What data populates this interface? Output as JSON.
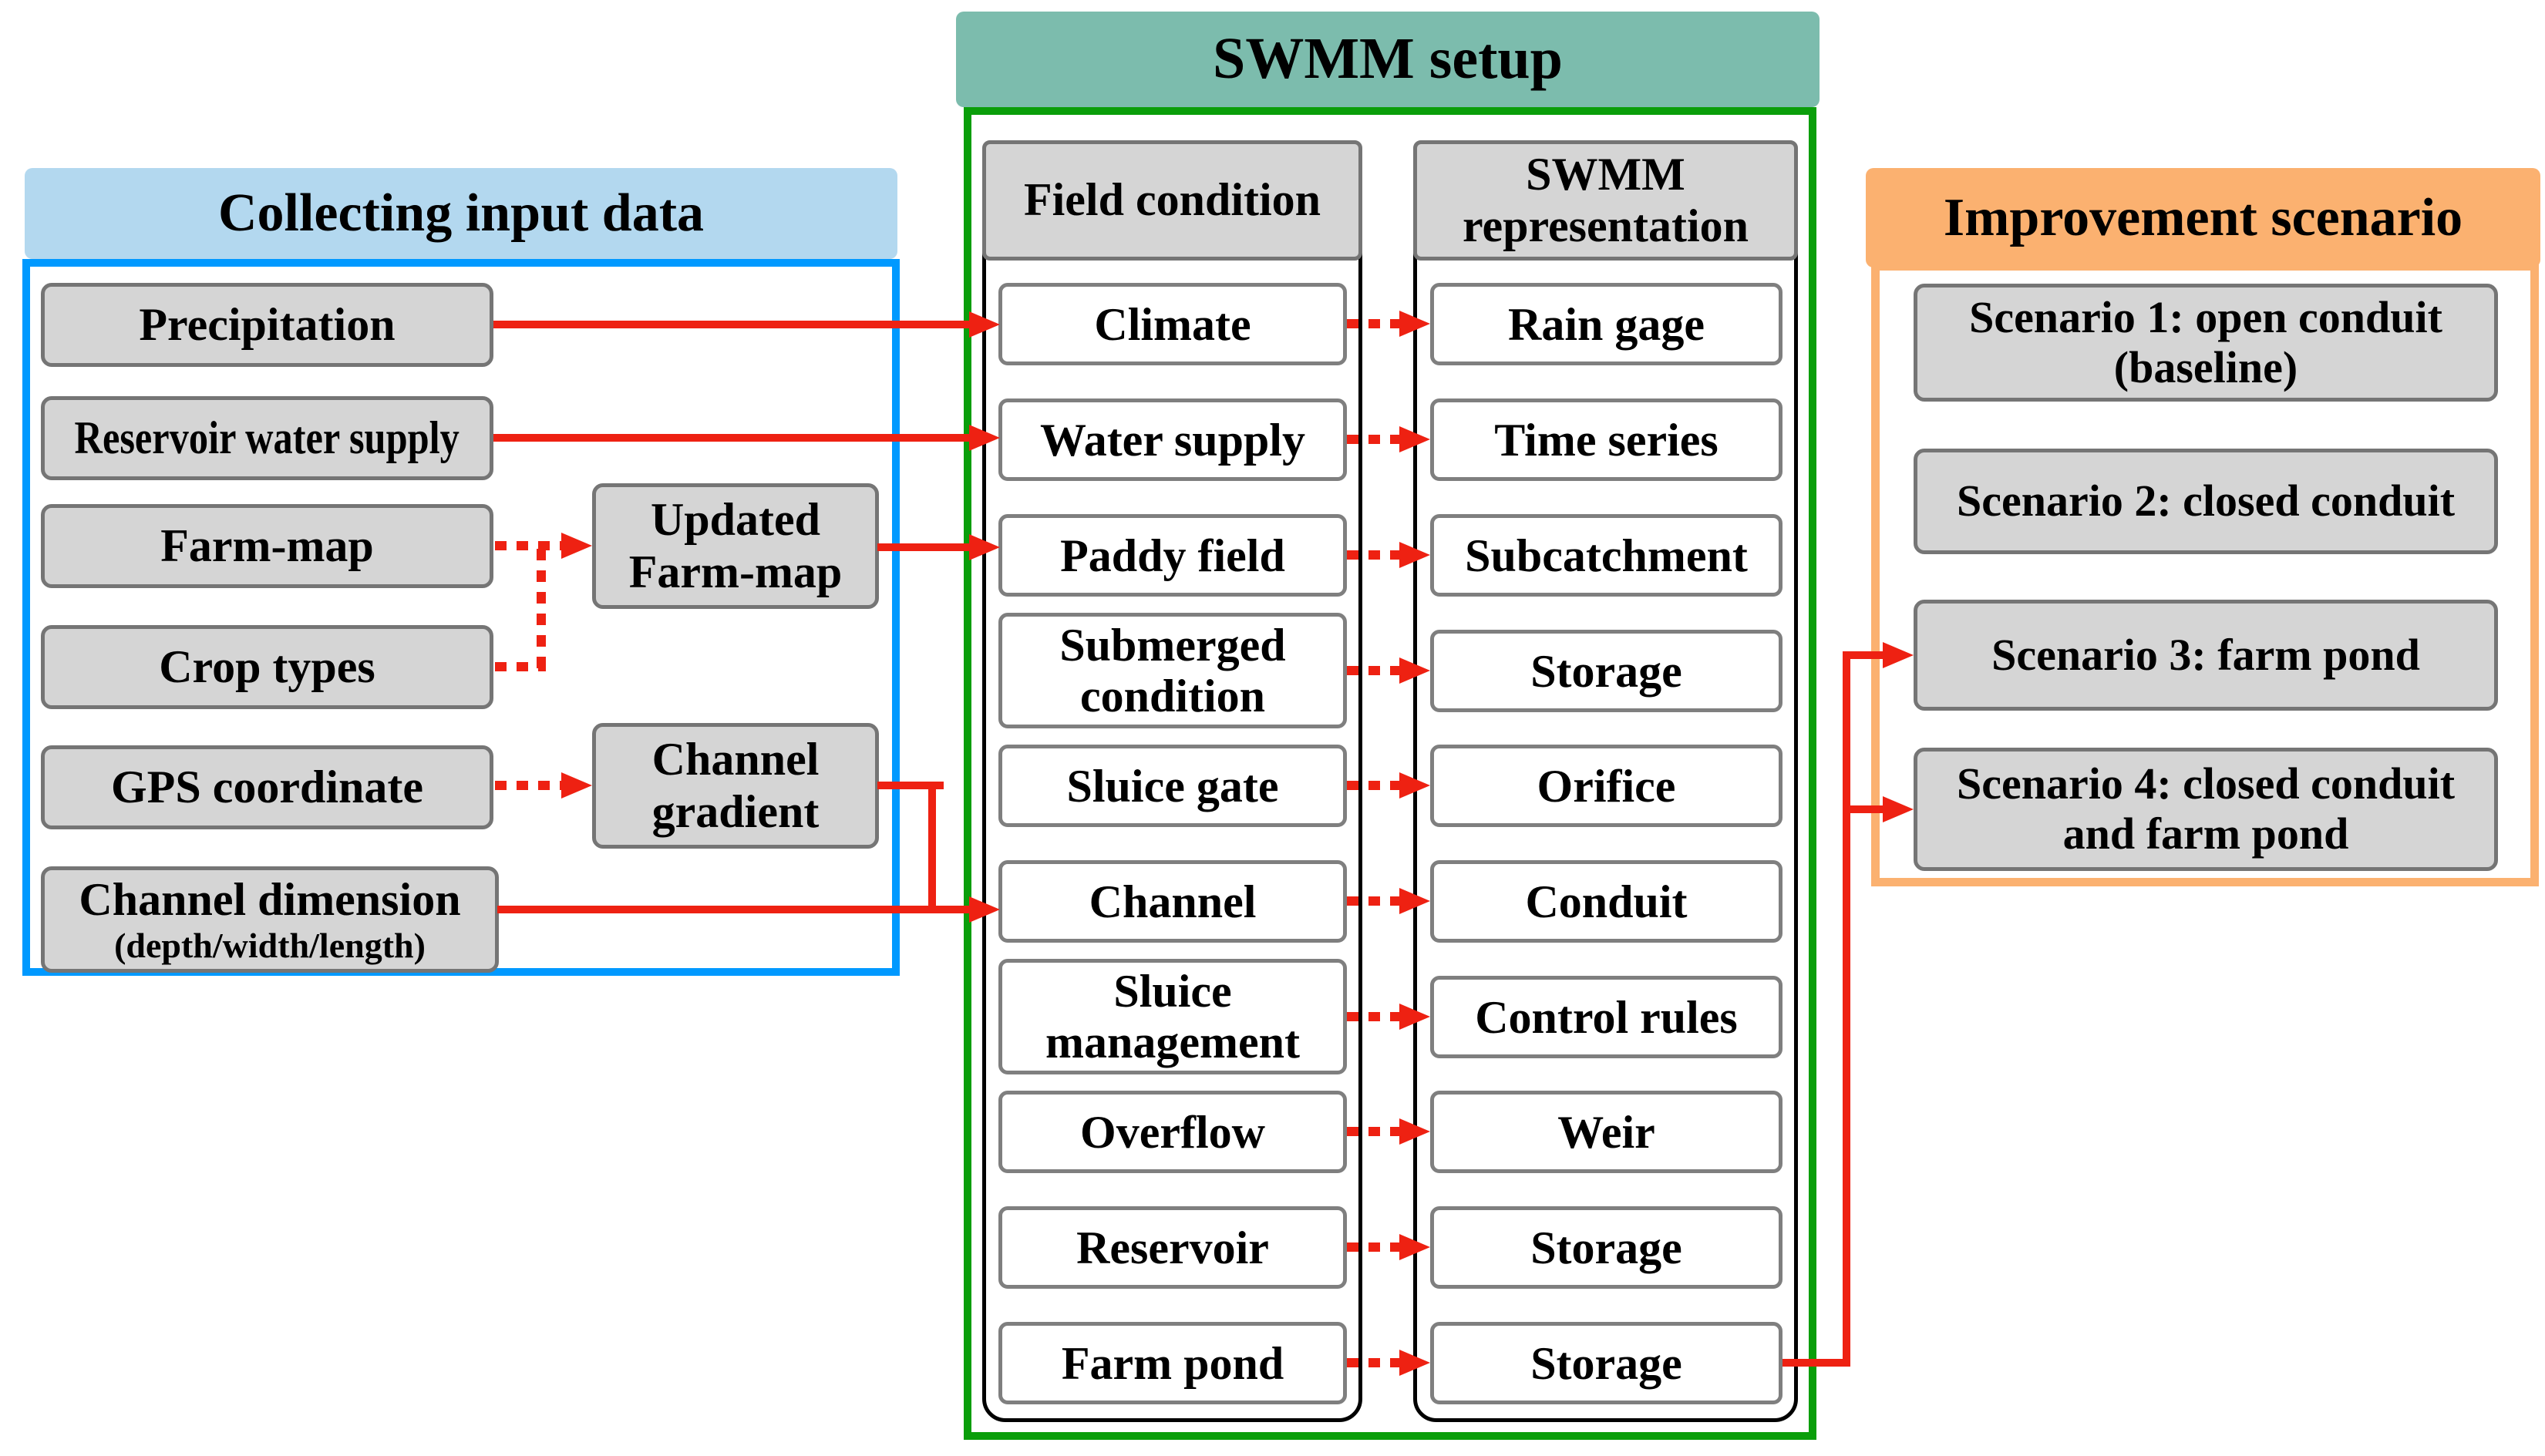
{
  "colors": {
    "blue_header": "#b3d8ef",
    "blue_border": "#0099ff",
    "teal_header": "#7cbcad",
    "green_border": "#0a9e0a",
    "orange": "#fbb170",
    "red": "#ee2112",
    "box_fill": "#d5d5d5",
    "box_border": "#757575",
    "white_box_border": "#7f7f7f"
  },
  "panels": {
    "input": {
      "title": "Collecting input data",
      "items": [
        "Precipitation",
        "Reservoir water supply",
        "Farm-map",
        "Crop types",
        "GPS coordinate"
      ],
      "channel_dimension": {
        "line1": "Channel dimension",
        "line2": "(depth/width/length)"
      },
      "updated_farm_map": "Updated Farm-map",
      "channel_gradient": "Channel gradient"
    },
    "swmm": {
      "title": "SWMM setup",
      "field_header": "Field condition",
      "swmm_header": "SWMM representation",
      "rows": [
        {
          "field": "Climate",
          "swmm": "Rain gage"
        },
        {
          "field": "Water supply",
          "swmm": "Time series"
        },
        {
          "field": "Paddy field",
          "swmm": "Subcatchment"
        },
        {
          "field": "Submerged condition",
          "swmm": "Storage"
        },
        {
          "field": "Sluice gate",
          "swmm": "Orifice"
        },
        {
          "field": "Channel",
          "swmm": "Conduit"
        },
        {
          "field": "Sluice management",
          "swmm": "Control rules"
        },
        {
          "field": "Overflow",
          "swmm": "Weir"
        },
        {
          "field": "Reservoir",
          "swmm": "Storage"
        },
        {
          "field": "Farm pond",
          "swmm": "Storage"
        }
      ]
    },
    "scenario": {
      "title": "Improvement scenario",
      "items": [
        "Scenario 1: open conduit (baseline)",
        "Scenario 2: closed conduit",
        "Scenario 3: farm pond",
        "Scenario 4: closed conduit and farm pond"
      ]
    }
  }
}
